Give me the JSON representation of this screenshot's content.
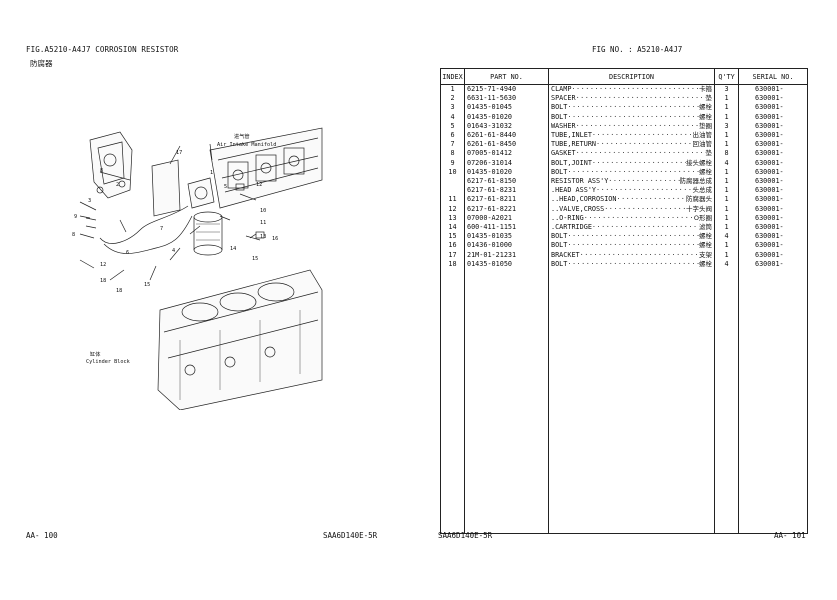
{
  "left_page": {
    "fig_title": "FIG.A5210-A4J7 CORROSION RESISTOR",
    "fig_subtitle_cn": "防腐器",
    "diagram": {
      "intake_cn": "进气管",
      "intake_en": "Air Intake Manifold",
      "block_cn": "缸体",
      "block_en": "Cylinder Block",
      "callouts": [
        "17",
        "1",
        "8",
        "12",
        "2",
        "5",
        "10",
        "3",
        "9",
        "7",
        "11",
        "8",
        "4",
        "6",
        "13",
        "12",
        "14",
        "15",
        "16",
        "18",
        "15",
        "18"
      ]
    },
    "footer_page": "AA-  100",
    "footer_model": "SAA6D140E-5R"
  },
  "right_page": {
    "fig_no": "FIG NO.  : A5210-A4J7",
    "headers": {
      "index": "INDEX",
      "part_no": "PART  NO.",
      "description": "DESCRIPTION",
      "qty": "Q'TY",
      "serial": "SERIAL NO."
    },
    "rows": [
      {
        "index": "1",
        "part_no": "6215-71-4940",
        "desc_en": "CLAMP",
        "desc_cn": "卡箍",
        "qty": "3",
        "serial": "630001-"
      },
      {
        "index": "2",
        "part_no": "6631-11-5630",
        "desc_en": "SPACER",
        "desc_cn": "垫",
        "qty": "1",
        "serial": "630001-"
      },
      {
        "index": "3",
        "part_no": "01435-01045",
        "desc_en": "BOLT",
        "desc_cn": "螺栓",
        "qty": "1",
        "serial": "630001-"
      },
      {
        "index": "4",
        "part_no": "01435-01020",
        "desc_en": "BOLT",
        "desc_cn": "螺栓",
        "qty": "1",
        "serial": "630001-"
      },
      {
        "index": "5",
        "part_no": "01643-31032",
        "desc_en": "WASHER",
        "desc_cn": "垫圈",
        "qty": "3",
        "serial": "630001-"
      },
      {
        "index": "6",
        "part_no": "6261-61-8440",
        "desc_en": "TUBE,INLET",
        "desc_cn": "出油管",
        "qty": "1",
        "serial": "630001-"
      },
      {
        "index": "7",
        "part_no": "6261-61-8450",
        "desc_en": "TUBE,RETURN",
        "desc_cn": "回油管",
        "qty": "1",
        "serial": "630001-"
      },
      {
        "index": "8",
        "part_no": "07005-01412",
        "desc_en": "GASKET",
        "desc_cn": "垫",
        "qty": "8",
        "serial": "630001-"
      },
      {
        "index": "9",
        "part_no": "07206-31014",
        "desc_en": "BOLT,JOINT",
        "desc_cn": "接头螺栓",
        "qty": "4",
        "serial": "630001-"
      },
      {
        "index": "10",
        "part_no": "01435-01020",
        "desc_en": "BOLT",
        "desc_cn": "螺栓",
        "qty": "1",
        "serial": "630001-"
      },
      {
        "index": "",
        "part_no": "6217-61-8150",
        "desc_en": "RESISTOR ASS'Y",
        "desc_cn": "防腐器总成",
        "qty": "1",
        "serial": "630001-"
      },
      {
        "index": "",
        "part_no": "6217-61-8231",
        "desc_en": ".HEAD ASS'Y",
        "desc_cn": "头总成",
        "qty": "1",
        "serial": "630001-"
      },
      {
        "index": "11",
        "part_no": "6217-61-8211",
        "desc_en": "..HEAD,CORROSION",
        "desc_cn": "防腐器头",
        "qty": "1",
        "serial": "630001-"
      },
      {
        "index": "12",
        "part_no": "6217-61-8221",
        "desc_en": "..VALVE,CROSS",
        "desc_cn": "十字头阀",
        "qty": "1",
        "serial": "630001-"
      },
      {
        "index": "13",
        "part_no": "07000-A2021",
        "desc_en": "..O-RING",
        "desc_cn": "O形圈",
        "qty": "1",
        "serial": "630001-"
      },
      {
        "index": "14",
        "part_no": "600-411-1151",
        "desc_en": ".CARTRIDGE",
        "desc_cn": "滤筒",
        "qty": "1",
        "serial": "630001-"
      },
      {
        "index": "15",
        "part_no": "01435-01035",
        "desc_en": "BOLT",
        "desc_cn": "螺栓",
        "qty": "4",
        "serial": "630001-"
      },
      {
        "index": "16",
        "part_no": "01436-01000",
        "desc_en": "BOLT",
        "desc_cn": "螺栓",
        "qty": "1",
        "serial": "630001-"
      },
      {
        "index": "17",
        "part_no": "21M-01-21231",
        "desc_en": "BRACKET",
        "desc_cn": "支架",
        "qty": "1",
        "serial": "630001-"
      },
      {
        "index": "18",
        "part_no": "01435-01050",
        "desc_en": "BOLT",
        "desc_cn": "螺栓",
        "qty": "4",
        "serial": "630001-"
      }
    ],
    "footer_model": "SAA6D140E-5R",
    "footer_page": "AA-    101"
  }
}
